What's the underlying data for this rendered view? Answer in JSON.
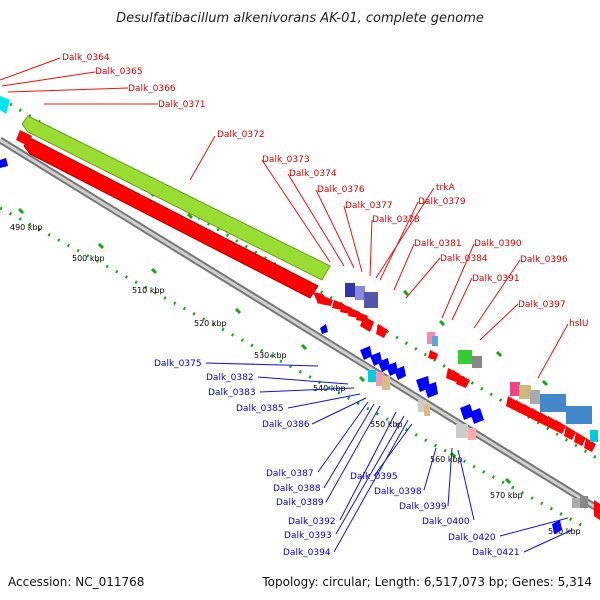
{
  "title": "Desulfatibacillum alkenivorans AK-01, complete genome",
  "footer": {
    "accession": "Accession: NC_011768",
    "summary": "Topology: circular; Length: 6,517,073 bp; Genes: 5,314"
  },
  "scale_labels": [
    "490 kbp",
    "500 kbp",
    "510 kbp",
    "520 kbp",
    "530 kbp",
    "540 kbp",
    "550 kbp",
    "560 kbp",
    "570 kbp",
    "580 kbp"
  ],
  "forward_genes": [
    "Dalk_0364",
    "Dalk_0365",
    "Dalk_0366",
    "Dalk_0371",
    "Dalk_0372",
    "Dalk_0373",
    "Dalk_0374",
    "Dalk_0376",
    "Dalk_0377",
    "Dalk_0378",
    "trkA",
    "Dalk_0379",
    "Dalk_0381",
    "Dalk_0384",
    "Dalk_0390",
    "Dalk_0391",
    "Dalk_0396",
    "Dalk_0397",
    "hslU"
  ],
  "reverse_genes": [
    "Dalk_0375",
    "Dalk_0382",
    "Dalk_0383",
    "Dalk_0385",
    "Dalk_0386",
    "Dalk_0387",
    "Dalk_0388",
    "Dalk_0389",
    "Dalk_0392",
    "Dalk_0393",
    "Dalk_0394",
    "Dalk_0395",
    "Dalk_0398",
    "Dalk_0399",
    "Dalk_0400",
    "Dalk_0420",
    "Dalk_0421"
  ],
  "colors": {
    "forward_line": "#ee1111",
    "reverse_line": "#1111dd",
    "backbone": "#888888",
    "rRNA_block": "#99dd33",
    "cds": "#ff0000",
    "reverse_cds": "#0000ff",
    "tick": "#11aa11"
  }
}
